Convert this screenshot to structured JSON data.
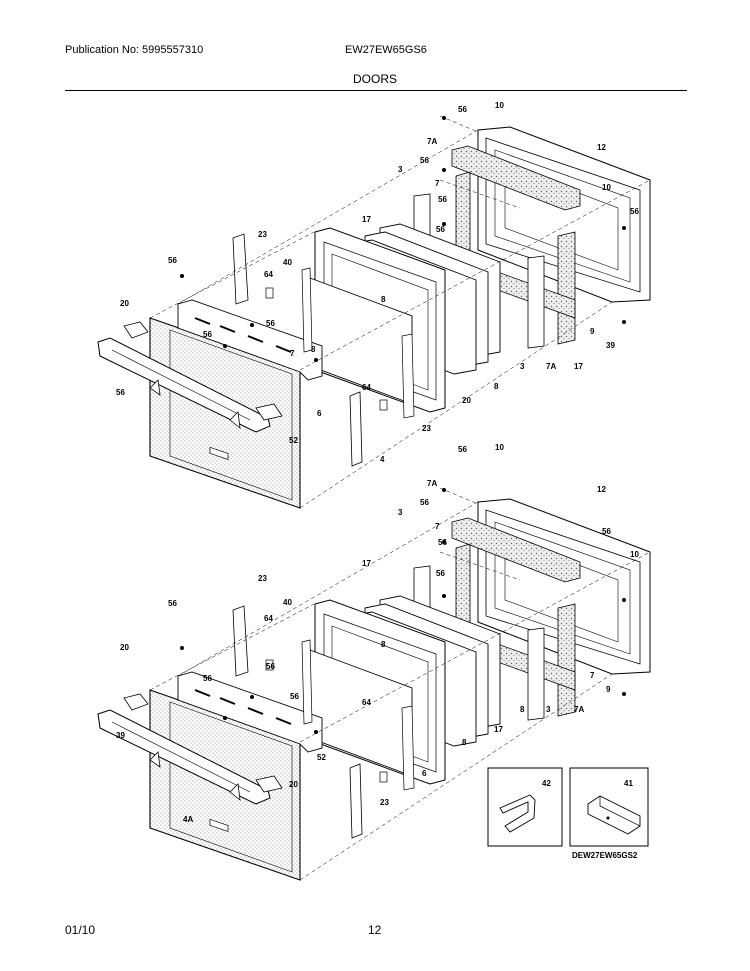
{
  "header": {
    "publication": "Publication No: 5995557310",
    "model": "EW27EW65GS6",
    "section": "DOORS"
  },
  "footer": {
    "date": "01/10",
    "page": "12"
  },
  "diagram_ref": "DEW27EW65GS2",
  "upper_callouts": [
    "56",
    "10",
    "7A",
    "12",
    "56",
    "3",
    "7",
    "10",
    "56",
    "56",
    "56",
    "17",
    "23",
    "40",
    "56",
    "64",
    "8",
    "20",
    "56",
    "56",
    "7",
    "9",
    "39",
    "56",
    "8",
    "3",
    "7A",
    "64",
    "17",
    "8",
    "20",
    "52",
    "6",
    "23",
    "4"
  ],
  "lower_callouts": [
    "56",
    "10",
    "7A",
    "12",
    "56",
    "3",
    "7",
    "56",
    "10",
    "56",
    "17",
    "56",
    "23",
    "40",
    "56",
    "64",
    "8",
    "20",
    "56",
    "56",
    "56",
    "7",
    "9",
    "39",
    "64",
    "8",
    "3",
    "7A",
    "17",
    "8",
    "20",
    "52",
    "6",
    "23",
    "4A"
  ],
  "inset_callouts": [
    "42",
    "41"
  ]
}
